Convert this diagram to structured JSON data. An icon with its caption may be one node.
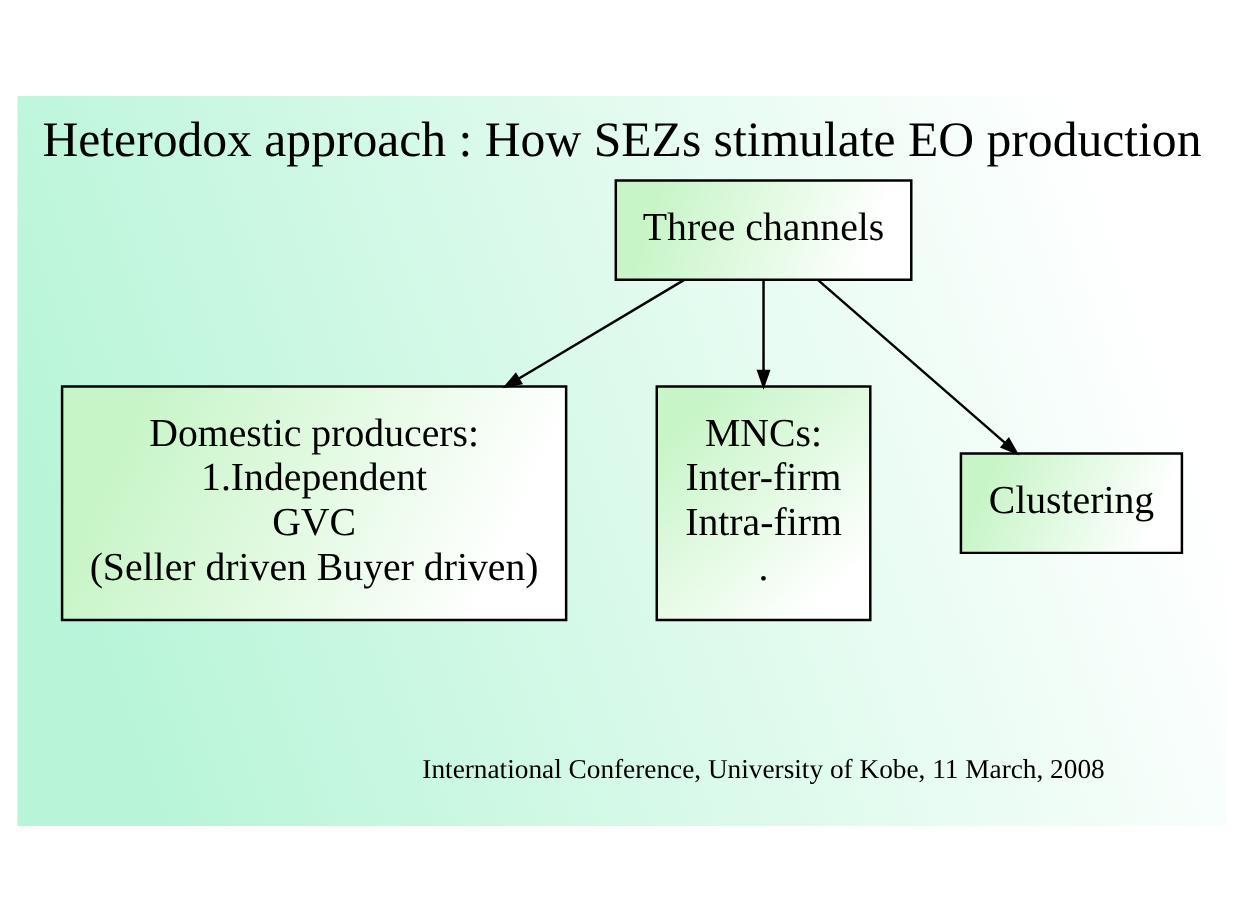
{
  "diagram": {
    "title": "Heterodox approach : How SEZs stimulate EO production",
    "caption": "International Conference, University of Kobe, 11 March, 2008",
    "nodes": [
      {
        "text": [
          "Three channels"
        ]
      },
      {
        "text": [
          "Domestic producers:",
          "1.Independent",
          "GVC",
          "(Seller driven Buyer driven)"
        ]
      },
      {
        "text": [
          "MNCs:",
          "Inter-firm",
          "Intra-firm",
          "."
        ]
      },
      {
        "text": [
          "Clustering"
        ]
      }
    ],
    "edges": [
      {
        "from": 0,
        "to": 1,
        "arrow": "to"
      },
      {
        "from": 0,
        "to": 2,
        "arrow": "to"
      },
      {
        "from": 0,
        "to": 3,
        "arrow": "to"
      }
    ]
  }
}
